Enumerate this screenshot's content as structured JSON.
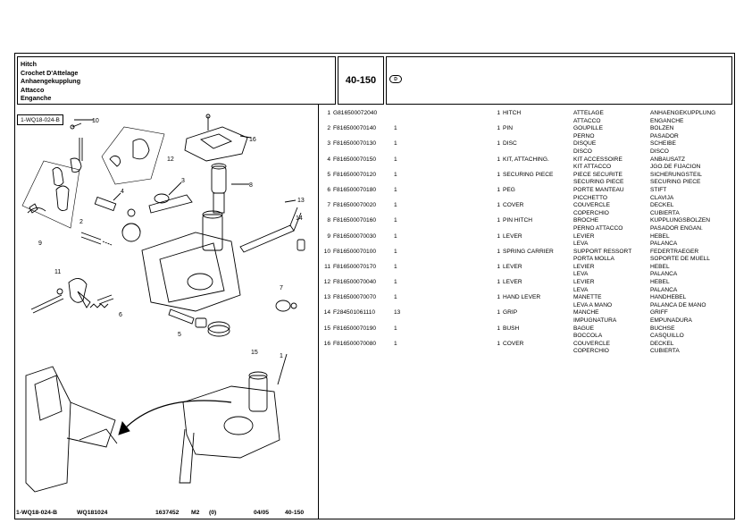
{
  "header": {
    "titles": [
      "Hitch",
      "Crochet D'Attelage",
      "Anhaengekupplung",
      "Attacco",
      "Enganche"
    ],
    "page_ref": "40-150",
    "lang_badge": "D"
  },
  "drawing": {
    "ref_label": "1-WQ18-024-B",
    "callouts": [
      "1",
      "2",
      "3",
      "4",
      "5",
      "6",
      "7",
      "8",
      "9",
      "10",
      "11",
      "12",
      "13",
      "14",
      "15",
      "16"
    ]
  },
  "parts": [
    {
      "pos": "1",
      "code": "G816500072040",
      "qty1": "",
      "qty2": "1",
      "desc": [
        "HITCH"
      ],
      "fr": [
        "ATTELAGE",
        "ATTACCO"
      ],
      "de": [
        "ANHAENGEKUPPLUNG",
        "ENGANCHE"
      ]
    },
    {
      "pos": "2",
      "code": "F816500070140",
      "qty1": "1",
      "qty2": "1",
      "desc": [
        "PIN"
      ],
      "fr": [
        "GOUPILLE",
        "PERNO"
      ],
      "de": [
        "BOLZEN",
        "PASADOR"
      ]
    },
    {
      "pos": "3",
      "code": "F816500070130",
      "qty1": "1",
      "qty2": "1",
      "desc": [
        "DISC"
      ],
      "fr": [
        "DISQUE",
        "DISCO"
      ],
      "de": [
        "SCHEIBE",
        "DISCO"
      ]
    },
    {
      "pos": "4",
      "code": "F816500070150",
      "qty1": "1",
      "qty2": "1",
      "desc": [
        "KIT, ATTACHING."
      ],
      "fr": [
        "KIT ACCESSOIRE",
        "KIT ATTACCO"
      ],
      "de": [
        "ANBAUSATZ",
        "JGO.DE FIJACION"
      ]
    },
    {
      "pos": "5",
      "code": "F816500070120",
      "qty1": "1",
      "qty2": "1",
      "desc": [
        "SECURING PIECE"
      ],
      "fr": [
        "PIECE SECURITE",
        "SECURING PIECE"
      ],
      "de": [
        "SICHERUNGSTEIL",
        "SECURING PIECE"
      ]
    },
    {
      "pos": "6",
      "code": "F816500070180",
      "qty1": "1",
      "qty2": "1",
      "desc": [
        "PEG"
      ],
      "fr": [
        "PORTE MANTEAU",
        "PICCHETTO"
      ],
      "de": [
        "STIFT",
        "CLAVIJA"
      ]
    },
    {
      "pos": "7",
      "code": "F816500070020",
      "qty1": "1",
      "qty2": "1",
      "desc": [
        "COVER"
      ],
      "fr": [
        "COUVERCLE",
        "COPERCHIO"
      ],
      "de": [
        "DECKEL",
        "CUBIERTA"
      ]
    },
    {
      "pos": "8",
      "code": "F816500070160",
      "qty1": "1",
      "qty2": "1",
      "desc": [
        "PIN HITCH"
      ],
      "fr": [
        "BROCHE",
        "PERNO ATTACCO"
      ],
      "de": [
        "KUPPLUNGSBOLZEN",
        "PASADOR ENGAN."
      ]
    },
    {
      "pos": "9",
      "code": "F816500070030",
      "qty1": "1",
      "qty2": "1",
      "desc": [
        "LEVER"
      ],
      "fr": [
        "LEVIER",
        "LEVA"
      ],
      "de": [
        "HEBEL",
        "PALANCA"
      ]
    },
    {
      "pos": "10",
      "code": "F816500070100",
      "qty1": "1",
      "qty2": "1",
      "desc": [
        "SPRING CARRIER"
      ],
      "fr": [
        "SUPPORT RESSORT",
        "PORTA MOLLA"
      ],
      "de": [
        "FEDERTRAEGER",
        "SOPORTE DE MUELL"
      ]
    },
    {
      "pos": "11",
      "code": "F816500070170",
      "qty1": "1",
      "qty2": "1",
      "desc": [
        "LEVER"
      ],
      "fr": [
        "LEVIER",
        "LEVA"
      ],
      "de": [
        "HEBEL",
        "PALANCA"
      ]
    },
    {
      "pos": "12",
      "code": "F816500070040",
      "qty1": "1",
      "qty2": "1",
      "desc": [
        "LEVER"
      ],
      "fr": [
        "LEVIER",
        "LEVA"
      ],
      "de": [
        "HEBEL",
        "PALANCA"
      ]
    },
    {
      "pos": "13",
      "code": "F816500070070",
      "qty1": "1",
      "qty2": "1",
      "desc": [
        "HAND LEVER"
      ],
      "fr": [
        "MANETTE",
        "LEVA A MANO"
      ],
      "de": [
        "HANDHEBEL",
        "PALANCA DE MANO"
      ]
    },
    {
      "pos": "14",
      "code": "F284501061110",
      "qty1": "13",
      "qty2": "1",
      "desc": [
        "GRIP"
      ],
      "fr": [
        "MANCHE",
        "IMPUGNATURA"
      ],
      "de": [
        "GRIFF",
        "EMPUNADURA"
      ]
    },
    {
      "pos": "15",
      "code": "F816500070190",
      "qty1": "1",
      "qty2": "1",
      "desc": [
        "BUSH"
      ],
      "fr": [
        "BAGUE",
        "BOCCOLA"
      ],
      "de": [
        "BUCHSE",
        "CASQUILLO"
      ]
    },
    {
      "pos": "16",
      "code": "F816500070080",
      "qty1": "1",
      "qty2": "1",
      "desc": [
        "COVER"
      ],
      "fr": [
        "COUVERCLE",
        "COPERCHIO"
      ],
      "de": [
        "DECKEL",
        "CUBIERTA"
      ]
    }
  ],
  "footer": {
    "ref": "1-WQ18-024-B",
    "model": "WQ181024",
    "number": "1637452",
    "mark": "M2",
    "rev": "(0)",
    "date": "04/05",
    "page": "40-150"
  }
}
